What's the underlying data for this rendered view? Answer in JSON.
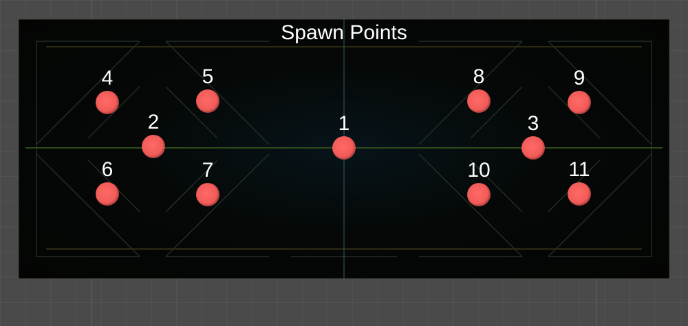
{
  "scene": {
    "title": "Spawn Points",
    "spawn_point_color": "#f25c58",
    "spawn_points": [
      {
        "label": "1"
      },
      {
        "label": "2"
      },
      {
        "label": "3"
      },
      {
        "label": "4"
      },
      {
        "label": "5"
      },
      {
        "label": "6"
      },
      {
        "label": "7"
      },
      {
        "label": "8"
      },
      {
        "label": "9"
      },
      {
        "label": "10"
      },
      {
        "label": "11"
      }
    ]
  }
}
